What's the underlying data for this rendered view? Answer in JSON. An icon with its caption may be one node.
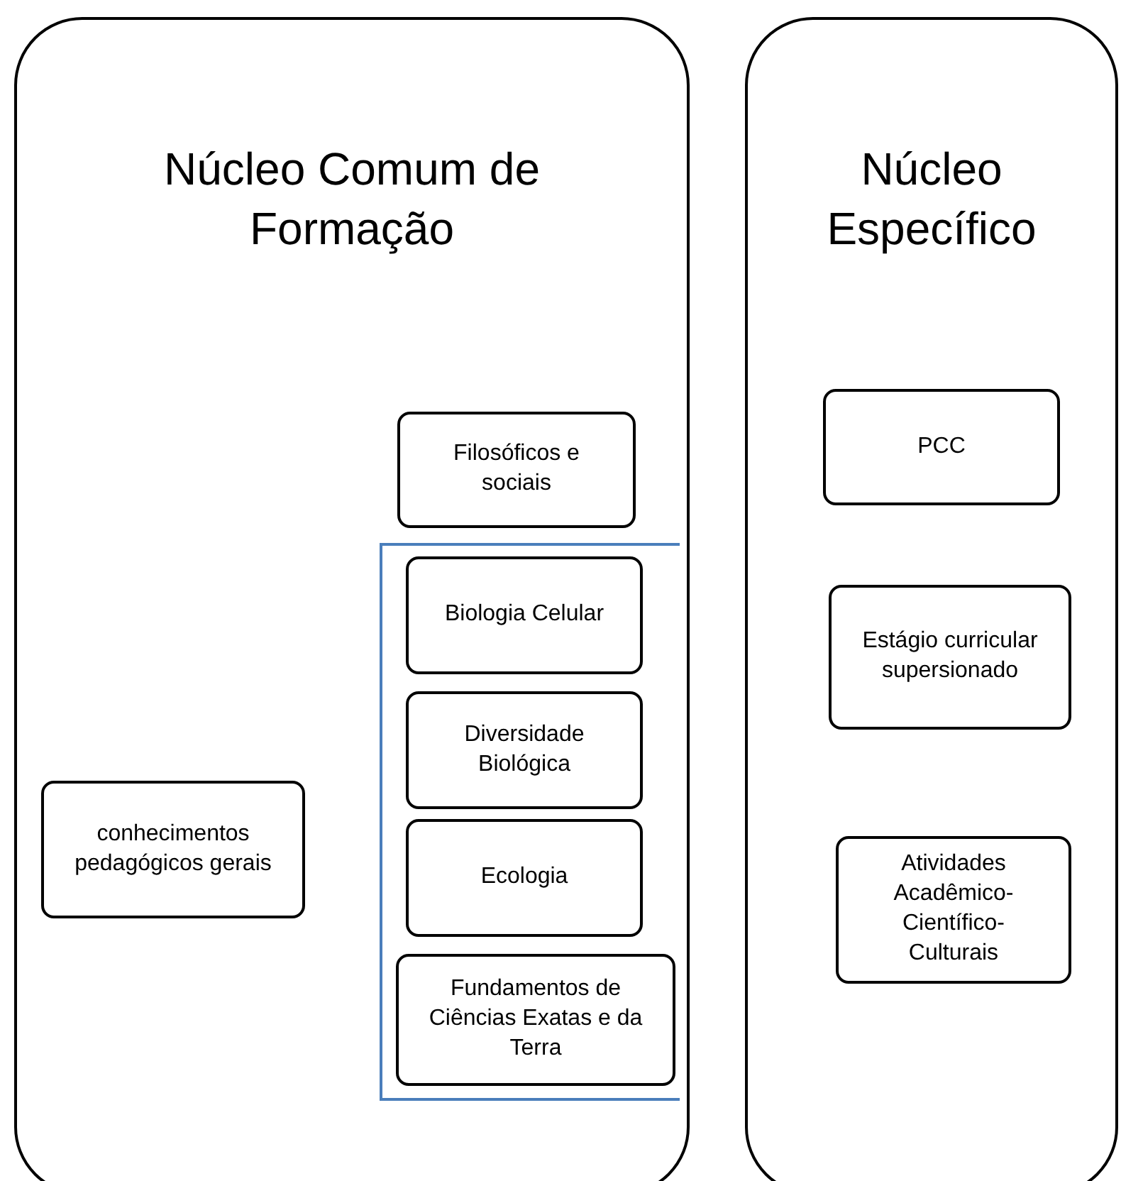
{
  "diagram": {
    "nodes": [
      {
        "text": [
          "Núcleo Comum de Formação"
        ]
      },
      {
        "text": [
          "Filosóficos  e sociais"
        ],
        "in": 0
      },
      {
        "text": [
          "Biologia Celular"
        ],
        "in": 0
      },
      {
        "text": [
          "Diversidade Biológica"
        ],
        "in": 0
      },
      {
        "text": [
          "conhecimentos pedagógicos gerais"
        ],
        "in": 0
      },
      {
        "text": [
          "Ecologia"
        ],
        "in": 0
      },
      {
        "text": [
          "Fundamentos de Ciências Exatas e da Terra"
        ],
        "in": 0
      },
      {
        "text": [
          "Núcleo Específico"
        ]
      },
      {
        "text": [
          "PCC"
        ],
        "in": 7
      },
      {
        "text": [
          "Estágio curricular supersionado"
        ],
        "in": 7
      },
      {
        "text": [
          "Atividades Acadêmico-Científico-Culturais"
        ],
        "in": 7
      }
    ],
    "edges": []
  }
}
